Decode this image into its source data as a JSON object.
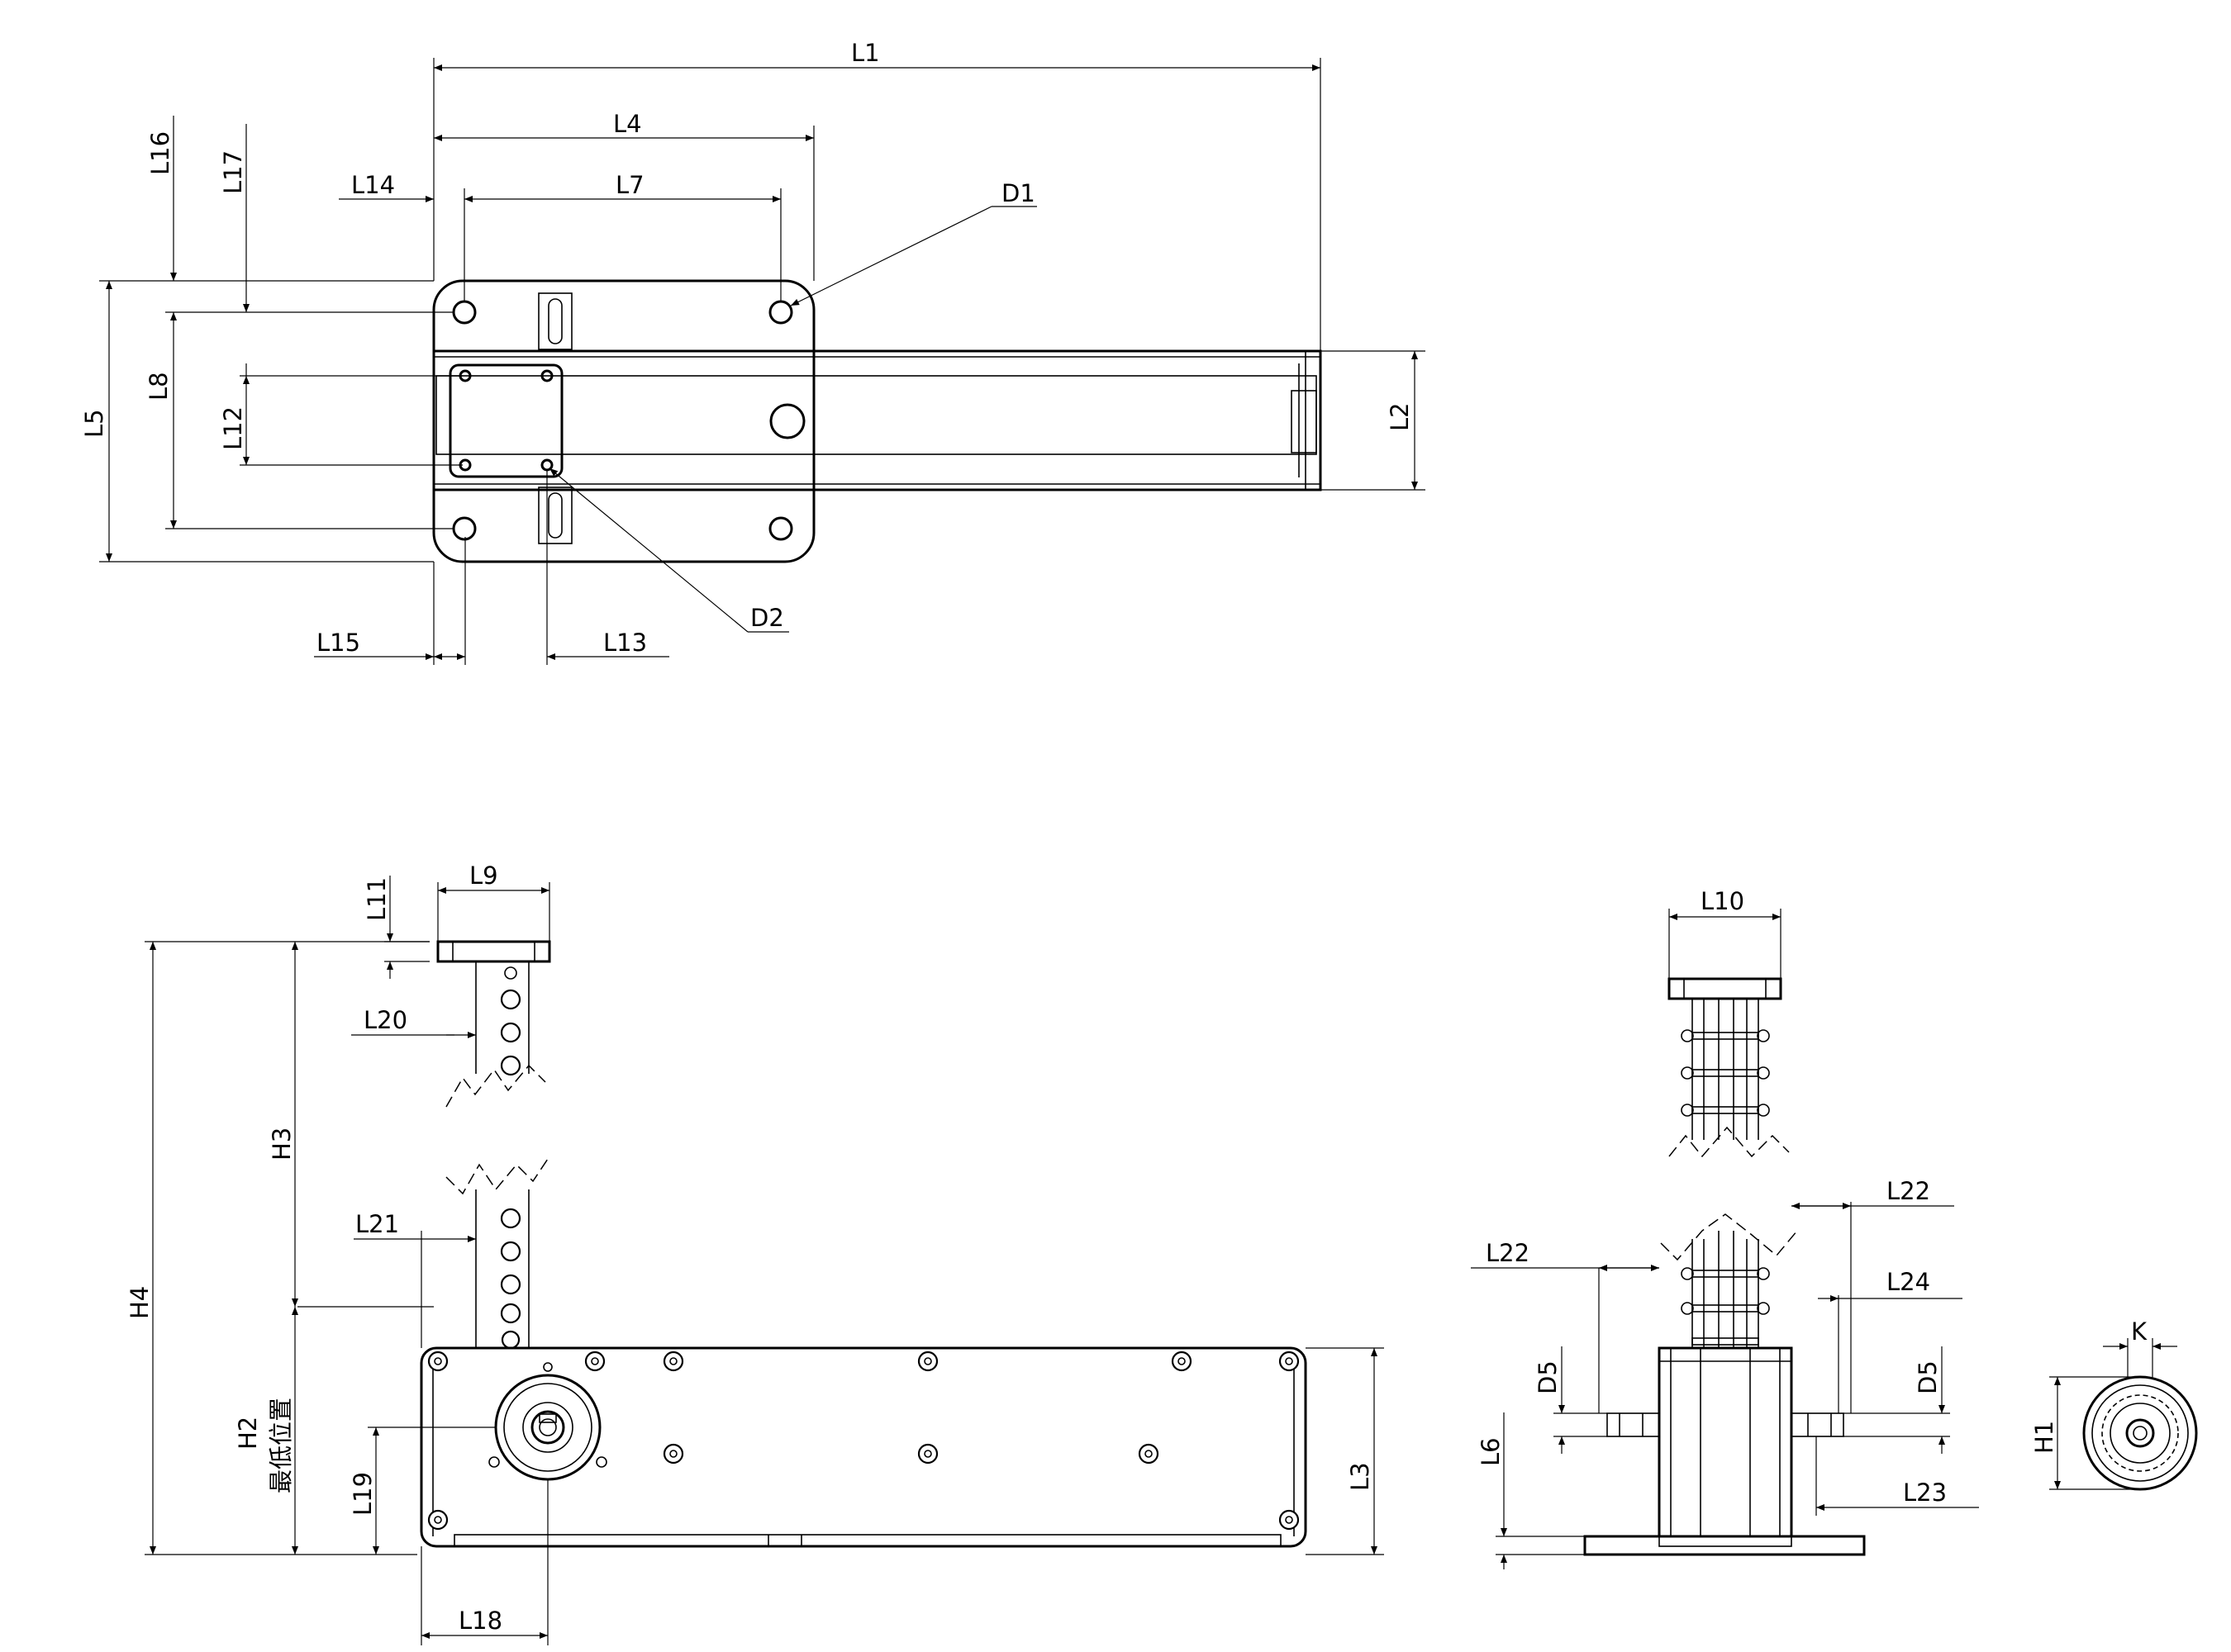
{
  "labels": {
    "L1": "L1",
    "L2": "L2",
    "L3": "L3",
    "L4": "L4",
    "L5": "L5",
    "L6": "L6",
    "L7": "L7",
    "L8": "L8",
    "L9": "L9",
    "L10": "L10",
    "L11": "L11",
    "L12": "L12",
    "L13": "L13",
    "L14": "L14",
    "L15": "L15",
    "L16": "L16",
    "L17": "L17",
    "L18": "L18",
    "L19": "L19",
    "L20": "L20",
    "L21": "L21",
    "L22": "L22",
    "L23": "L23",
    "L24": "L24",
    "D1": "D1",
    "D2": "D2",
    "D5": "D5",
    "H1": "H1",
    "H2": "H2",
    "H3": "H3",
    "H4": "H4",
    "K": "K",
    "lowest": "最低位置"
  }
}
